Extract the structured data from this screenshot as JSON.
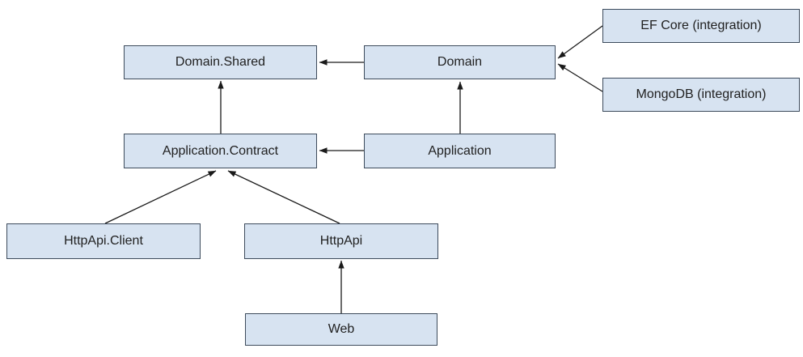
{
  "colors": {
    "background": "#ffffff",
    "node_fill": "#d7e3f1",
    "node_border": "#3d4b5c",
    "arrow": "#1a1a1a",
    "text": "#212121"
  },
  "nodes": {
    "domain_shared": {
      "label": "Domain.Shared"
    },
    "domain": {
      "label": "Domain"
    },
    "ef_core": {
      "label": "EF Core (integration)"
    },
    "mongodb": {
      "label": "MongoDB (integration)"
    },
    "application_contract": {
      "label": "Application.Contract"
    },
    "application": {
      "label": "Application"
    },
    "httpapi_client": {
      "label": "HttpApi.Client"
    },
    "httpapi": {
      "label": "HttpApi"
    },
    "web": {
      "label": "Web"
    }
  },
  "edges": [
    {
      "from": "Domain",
      "to": "Domain.Shared"
    },
    {
      "from": "EF Core (integration)",
      "to": "Domain"
    },
    {
      "from": "MongoDB (integration)",
      "to": "Domain"
    },
    {
      "from": "Application",
      "to": "Domain"
    },
    {
      "from": "Application",
      "to": "Application.Contract"
    },
    {
      "from": "Application.Contract",
      "to": "Domain.Shared"
    },
    {
      "from": "HttpApi.Client",
      "to": "Application.Contract"
    },
    {
      "from": "HttpApi",
      "to": "Application.Contract"
    },
    {
      "from": "Web",
      "to": "HttpApi"
    }
  ]
}
